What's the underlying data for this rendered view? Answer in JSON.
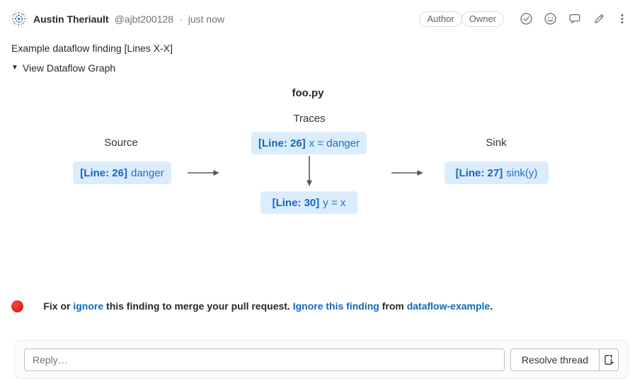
{
  "header": {
    "author_name": "Austin Theriault",
    "author_handle": "@ajbt200128",
    "meta_separator": "·",
    "timestamp": "just now",
    "badges": {
      "author": "Author",
      "owner": "Owner"
    },
    "icons": {
      "resolve": "check-circle",
      "reaction": "smiley-face",
      "comment": "speech-bubble",
      "edit": "pencil",
      "more": "kebab-menu"
    }
  },
  "comment": {
    "body_text": "Example dataflow finding [Lines X-X]"
  },
  "dataflow": {
    "toggle_icon": "▼",
    "toggle_label": "View Dataflow Graph",
    "graph": {
      "file_title": "foo.py",
      "labels": {
        "source": "Source",
        "traces": "Traces",
        "sink": "Sink"
      },
      "nodes": {
        "source": {
          "line": "[Line: 26]",
          "code": "danger"
        },
        "trace_top": {
          "line": "[Line: 26]",
          "code": "x = danger"
        },
        "trace_bottom": {
          "line": "[Line: 30]",
          "code": "y = x"
        },
        "sink": {
          "line": "[Line: 27]",
          "code": "sink(y)"
        }
      }
    }
  },
  "notice": {
    "status_icon": "red-circle",
    "text_1": "Fix or ",
    "link_1": "ignore",
    "text_2": " this finding to merge your pull request. ",
    "link_2": "Ignore this finding",
    "text_3": " from ",
    "link_3": "dataflow-example",
    "text_4": "."
  },
  "reply": {
    "placeholder": "Reply…",
    "resolve_button_label": "Resolve thread",
    "new_issue_icon": "create-issue-from-thread"
  },
  "colors": {
    "link_blue": "#1068bf",
    "node_text_blue": "#1d6fc8",
    "node_bg": "#dbecfd",
    "arrow_gray": "#555555",
    "icon_gray": "#737278",
    "badge_text": "#626168",
    "notice_red": "#e02b20"
  }
}
